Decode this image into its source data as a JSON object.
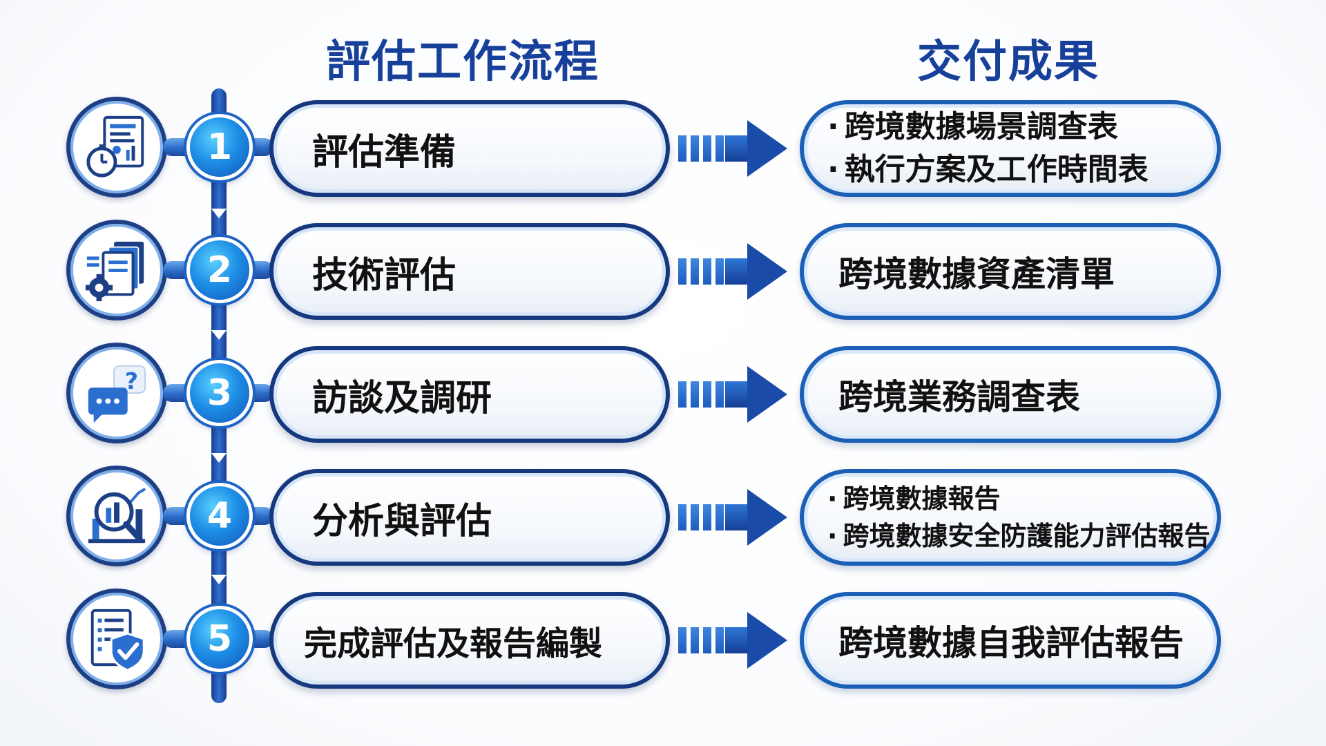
{
  "headers": {
    "process": "評估工作流程",
    "deliverables": "交付成果"
  },
  "steps": [
    {
      "number": "1",
      "title": "評估準備",
      "icon": "document-stopwatch-icon",
      "deliverables": [
        "跨境數據場景調查表",
        "執行方案及工作時間表"
      ]
    },
    {
      "number": "2",
      "title": "技術評估",
      "icon": "documents-gear-icon",
      "deliverables": [
        "跨境數據資產清單"
      ]
    },
    {
      "number": "3",
      "title": "訪談及調研",
      "icon": "chat-question-icon",
      "deliverables": [
        "跨境業務調查表"
      ]
    },
    {
      "number": "4",
      "title": "分析與評估",
      "icon": "magnifier-chart-icon",
      "deliverables": [
        "跨境數據報告",
        "跨境數據安全防護能力評估報告"
      ]
    },
    {
      "number": "5",
      "title": "完成評估及報告編製",
      "icon": "checklist-shield-icon",
      "deliverables": [
        "跨境數據自我評估報告"
      ]
    }
  ],
  "colors": {
    "title_blue": "#17409b",
    "pill_border": "#15387e",
    "accent_blue": "#1e8fe6"
  }
}
